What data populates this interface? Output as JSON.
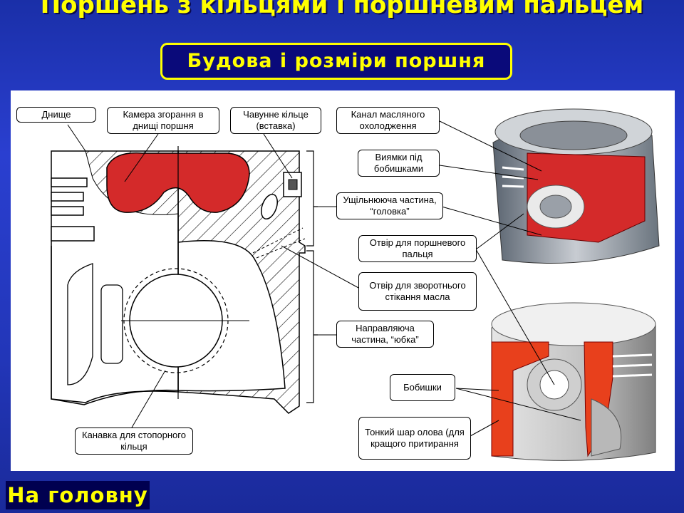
{
  "header": {
    "title": "Поршень з кільцями і поршневим пальцем",
    "subtitle": "Будова і розміри поршня"
  },
  "labels": {
    "dnyshche": "Днище",
    "kamera": "Камера згорання в днищі поршня",
    "chavunne": "Чавунне кільце (вставка)",
    "kanal": "Канал масляного охолодження",
    "vyiamky": "Виямки під бобишками",
    "ushchilniuiucha": "Ущільнююча частина, “головка”",
    "otvir_paltsia": "Отвір для поршневого пальця",
    "otvir_masla": "Отвір для зворотнього стікання масла",
    "napravliaiucha": "Направляюча частина, “юбка”",
    "bobyshky": "Бобишки",
    "tonkyi_shar": "Тонкий шар олова (для кращого притирання",
    "kanavka": "Канавка для стопорного кільця"
  },
  "nav": {
    "home_label": "На головну"
  },
  "colors": {
    "background": "#2236b8",
    "title_text": "#ffff00",
    "section_fill": "#d42a2a",
    "subtitle_bg": "#0a0a7a"
  }
}
